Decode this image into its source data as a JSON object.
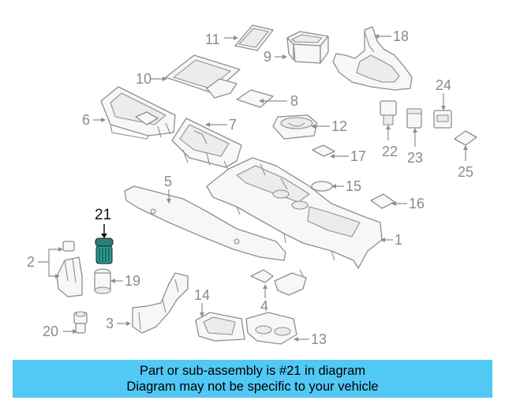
{
  "callouts": {
    "n1": "1",
    "n2": "2",
    "n3": "3",
    "n4": "4",
    "n5": "5",
    "n6": "6",
    "n7": "7",
    "n8": "8",
    "n9": "9",
    "n10": "10",
    "n11": "11",
    "n12": "12",
    "n13": "13",
    "n14": "14",
    "n15": "15",
    "n16": "16",
    "n17": "17",
    "n18": "18",
    "n19": "19",
    "n20": "20",
    "n21": "21",
    "n22": "22",
    "n23": "23",
    "n24": "24",
    "n25": "25"
  },
  "highlight": {
    "part": "21",
    "color": "#111111"
  },
  "banner": {
    "line1": "Part or sub-assembly is #21 in diagram",
    "line2": "Diagram may not be specific to your vehicle",
    "background": "#52c8f5"
  },
  "colors": {
    "line_art": "#8e8e8e",
    "callout_text": "#8a8a8a",
    "highlight_part": "#2a9d8f"
  }
}
